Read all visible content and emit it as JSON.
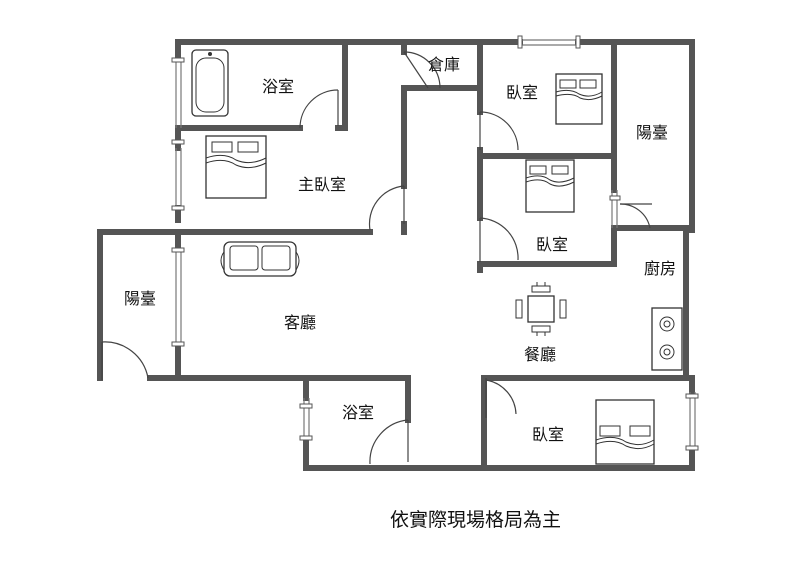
{
  "rooms": {
    "bath_top": "浴室",
    "storage": "倉庫",
    "bedroom_top_right": "臥室",
    "balcony_right": "陽臺",
    "master_bedroom": "主臥室",
    "bedroom_middle": "臥室",
    "kitchen": "廚房",
    "balcony_left": "陽臺",
    "living_room": "客廳",
    "dining_room": "餐廳",
    "bath_bottom": "浴室",
    "bedroom_bottom_right": "臥室"
  },
  "note": "依實際現場格局為主",
  "icons": [
    "bathtub-icon",
    "bed-icon",
    "sofa-icon",
    "dining-table-icon",
    "stove-icon",
    "door-swing-icon",
    "window-icon"
  ]
}
